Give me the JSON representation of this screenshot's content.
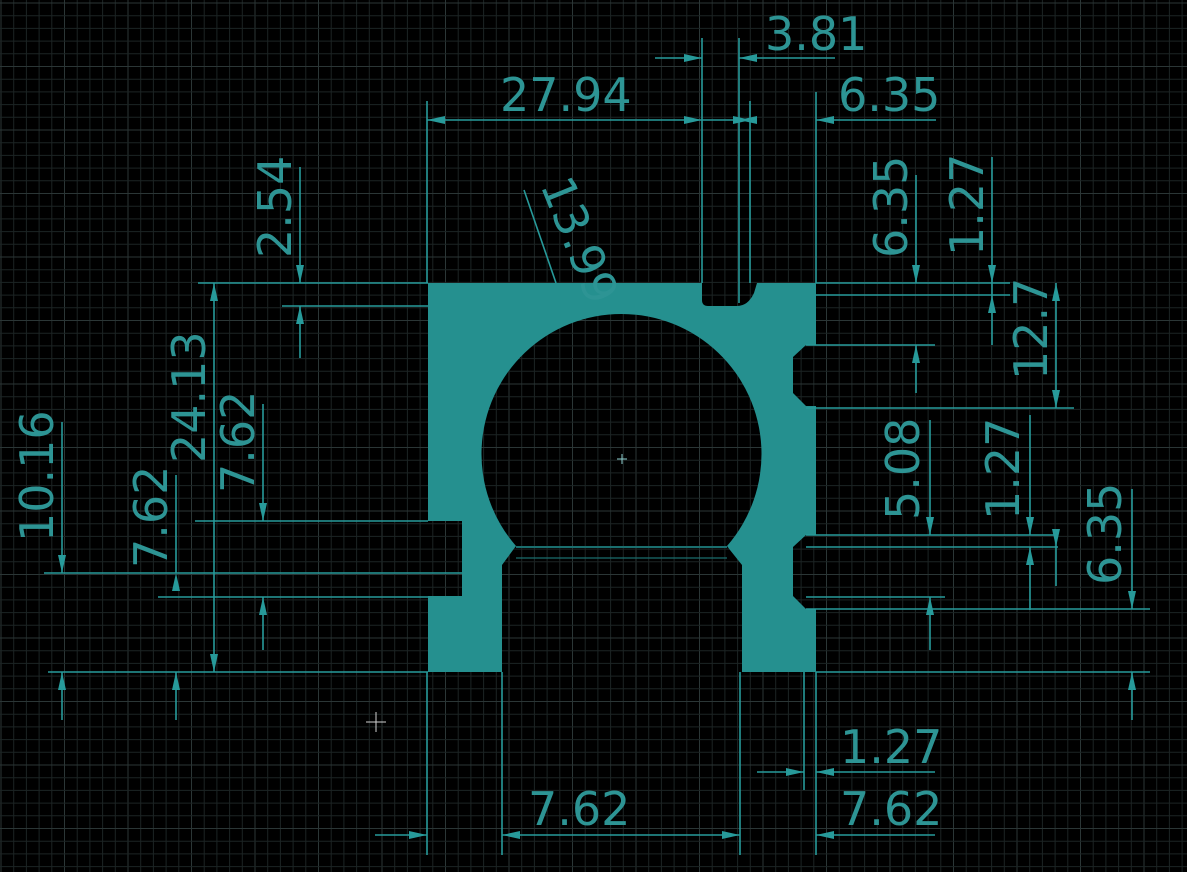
{
  "colors": {
    "background": "#000000",
    "grid_minor": "#1c2424",
    "grid_major": "#2b3636",
    "part_fill": "#25908f",
    "dimension": "#279a9a",
    "dimension_text": "#2d9494"
  },
  "dimensions": {
    "top_3_81": "3.81",
    "top_27_94": "27.94",
    "top_6_35": "6.35",
    "radius_13_99": "13.99",
    "left_2_54": "2.54",
    "left_24_13": "24.13",
    "left_7_62_inner": "7.62",
    "left_10_16": "10.16",
    "left_7_62_outer": "7.62",
    "right_6_35_a": "6.35",
    "right_1_27_a": "1.27",
    "right_12_7": "12.7",
    "right_5_08": "5.08",
    "right_1_27_b": "1.27",
    "right_6_35_b": "6.35",
    "bottom_1_27": "1.27",
    "bottom_7_62_right": "7.62",
    "bottom_7_62_center": "7.62"
  }
}
